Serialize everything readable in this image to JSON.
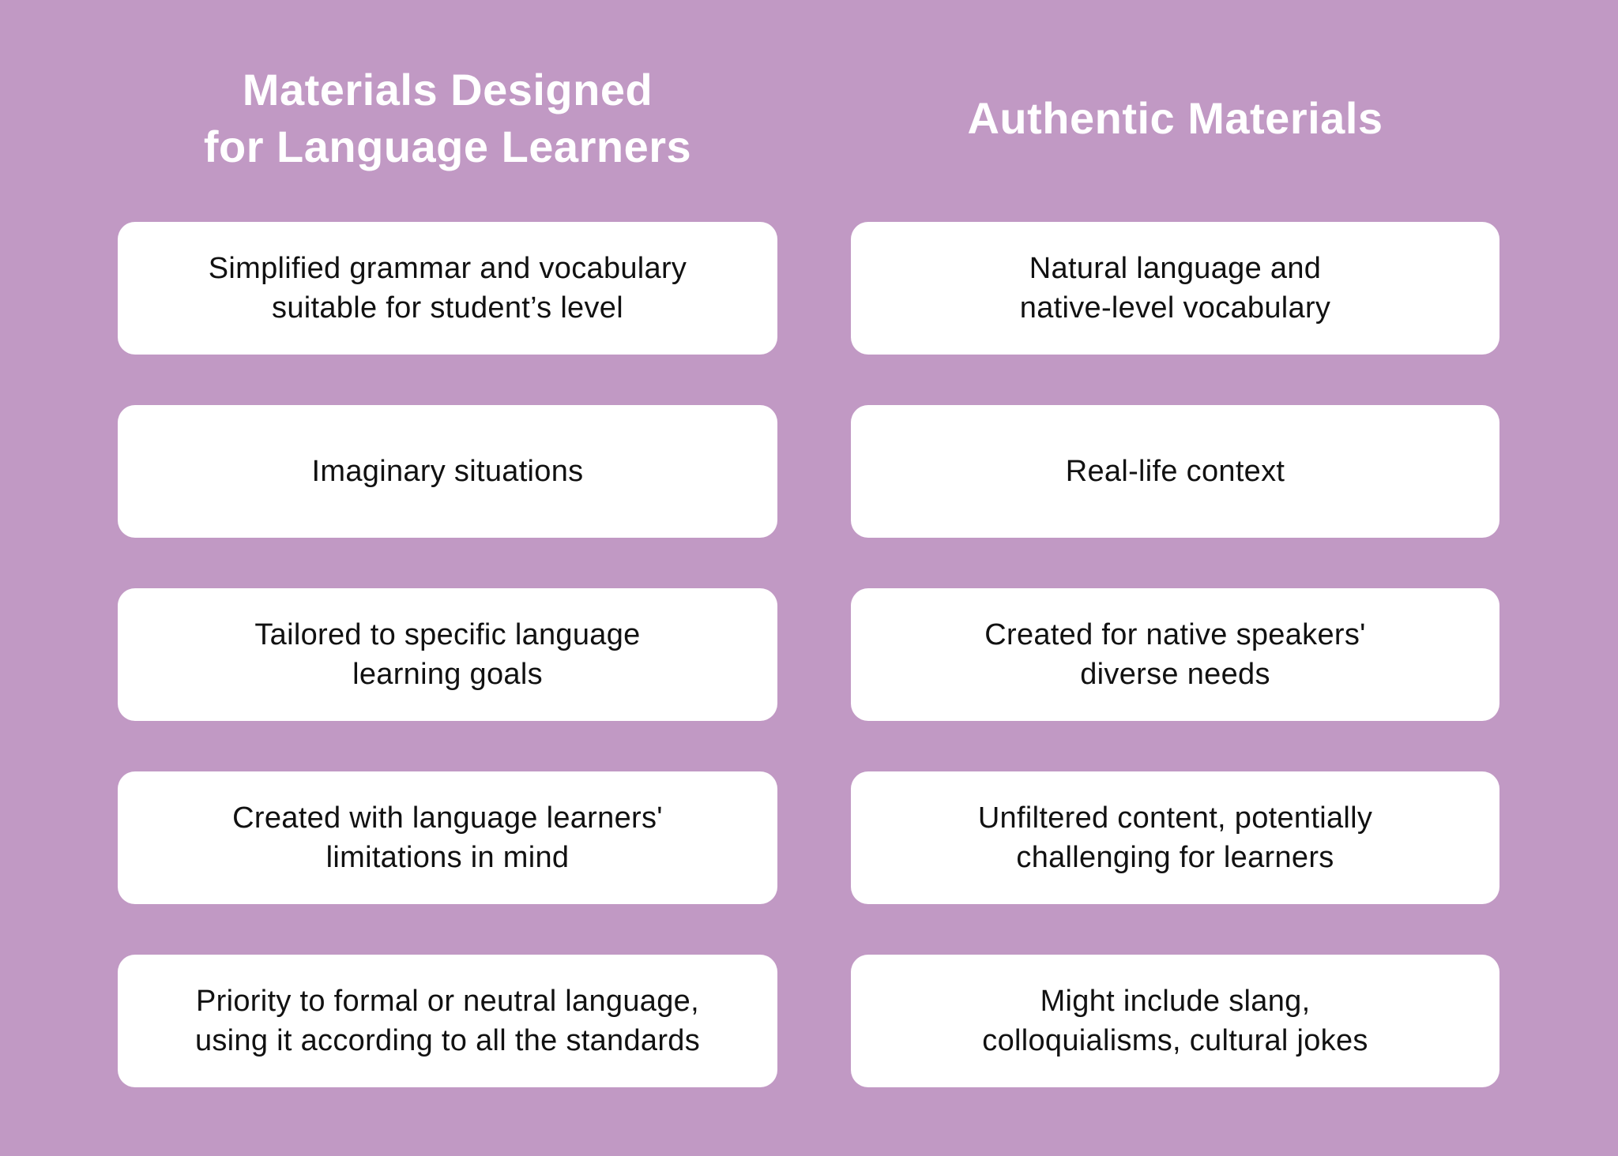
{
  "colors": {
    "background": "#c199c4",
    "card": "#ffffff",
    "header_text": "#ffffff",
    "body_text": "#111111"
  },
  "columns": {
    "left": {
      "title_lines": [
        "Materials Designed",
        "for Language Learners"
      ],
      "items": [
        {
          "lines": [
            "Simplified grammar and vocabulary",
            "suitable for student’s level"
          ]
        },
        {
          "lines": [
            "Imaginary situations"
          ]
        },
        {
          "lines": [
            "Tailored to specific language",
            "learning goals"
          ]
        },
        {
          "lines": [
            "Created with language learners'",
            "limitations in mind"
          ]
        },
        {
          "lines": [
            "Priority to formal or neutral language,",
            "using it according to all the standards"
          ]
        }
      ]
    },
    "right": {
      "title_lines": [
        "Authentic Materials"
      ],
      "items": [
        {
          "lines": [
            "Natural language and",
            "native-level vocabulary"
          ]
        },
        {
          "lines": [
            "Real-life context"
          ]
        },
        {
          "lines": [
            "Created for native speakers'",
            "diverse needs"
          ]
        },
        {
          "lines": [
            "Unfiltered content, potentially",
            "challenging for learners"
          ]
        },
        {
          "lines": [
            "Might include slang,",
            "colloquialisms, cultural jokes"
          ]
        }
      ]
    }
  }
}
